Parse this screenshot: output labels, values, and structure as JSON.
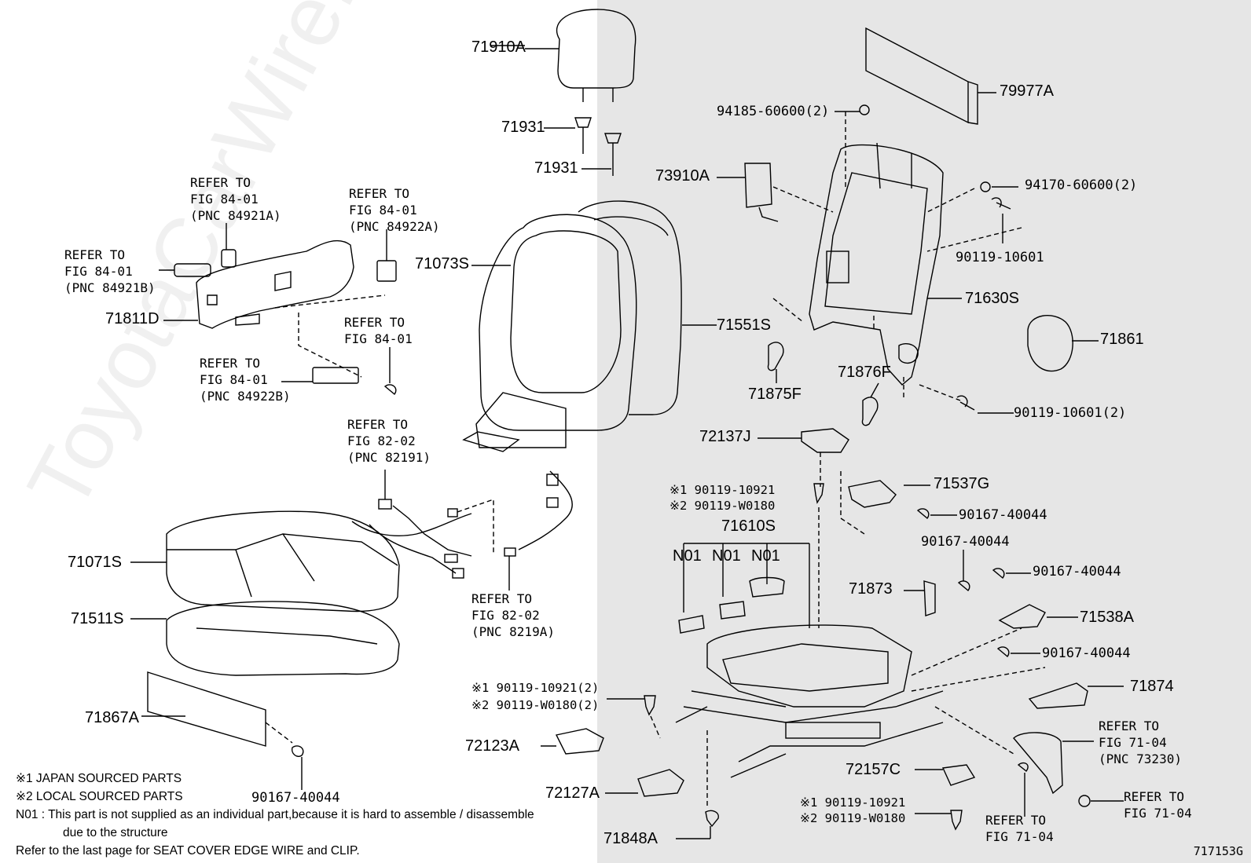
{
  "watermark": "ToyotaCarWire.ru",
  "figure_code": "717153G",
  "labels": {
    "p71910A": "71910A",
    "p71931a": "71931",
    "p71931b": "71931",
    "p79977A": "79977A",
    "p94185": "94185-60600(2)",
    "p73910A": "73910A",
    "p94170": "94170-60600(2)",
    "p90119_10601": "90119-10601",
    "p71073S": "71073S",
    "p71630S": "71630S",
    "p71551S": "71551S",
    "p71861": "71861",
    "p71811D": "71811D",
    "p71876F": "71876F",
    "p71875F": "71875F",
    "p90119_10601_2": "90119-10601(2)",
    "p72137J": "72137J",
    "p71537G": "71537G",
    "p90167_a": "90167-40044",
    "p90167_b": "90167-40044",
    "p90167_c": "90167-40044",
    "p90167_d": "90167-40044",
    "p90167_e": "90167-40044",
    "p71610S": "71610S",
    "n01a": "N01",
    "n01b": "N01",
    "n01c": "N01",
    "p71873": "71873",
    "p71538A": "71538A",
    "p71071S": "71071S",
    "p71511S": "71511S",
    "p71874": "71874",
    "p71867A": "71867A",
    "p72123A": "72123A",
    "p72127A": "72127A",
    "p72157C": "72157C",
    "p71848A": "71848A",
    "s1_10921_top": "※1 90119-10921",
    "s2_W0180_top": "※2 90119-W0180",
    "s1_10921_2": "※1 90119-10921(2)",
    "s2_W0180_2": "※2 90119-W0180(2)",
    "s1_10921_bot": "※1 90119-10921",
    "s2_W0180_bot": "※2 90119-W0180"
  },
  "refs": {
    "r84921A": [
      "REFER TO",
      "FIG 84-01",
      "(PNC 84921A)"
    ],
    "r84922A": [
      "REFER TO",
      "FIG 84-01",
      "(PNC 84922A)"
    ],
    "r84921B": [
      "REFER TO",
      "FIG 84-01",
      "(PNC 84921B)"
    ],
    "r8401": [
      "REFER TO",
      "FIG 84-01"
    ],
    "r84922B": [
      "REFER TO",
      "FIG 84-01",
      "(PNC 84922B)"
    ],
    "r82191": [
      "REFER TO",
      "FIG 82-02",
      "(PNC 82191)"
    ],
    "r8219A": [
      "REFER TO",
      "FIG 82-02",
      "(PNC 8219A)"
    ],
    "r73230": [
      "REFER TO",
      "FIG 71-04",
      "(PNC 73230)"
    ],
    "r7104a": [
      "REFER TO",
      "FIG 71-04"
    ],
    "r7104b": [
      "REFER TO",
      "FIG 71-04"
    ]
  },
  "notes": {
    "n1": "※1 JAPAN SOURCED PARTS",
    "n2": "※2 LOCAL SOURCED PARTS",
    "n3": "N01 : This part is not supplied as an individual part,because it is hard to assemble / disassemble",
    "n4": "due to the structure",
    "n5": "Refer to the last page for SEAT COVER EDGE WIRE and CLIP."
  }
}
